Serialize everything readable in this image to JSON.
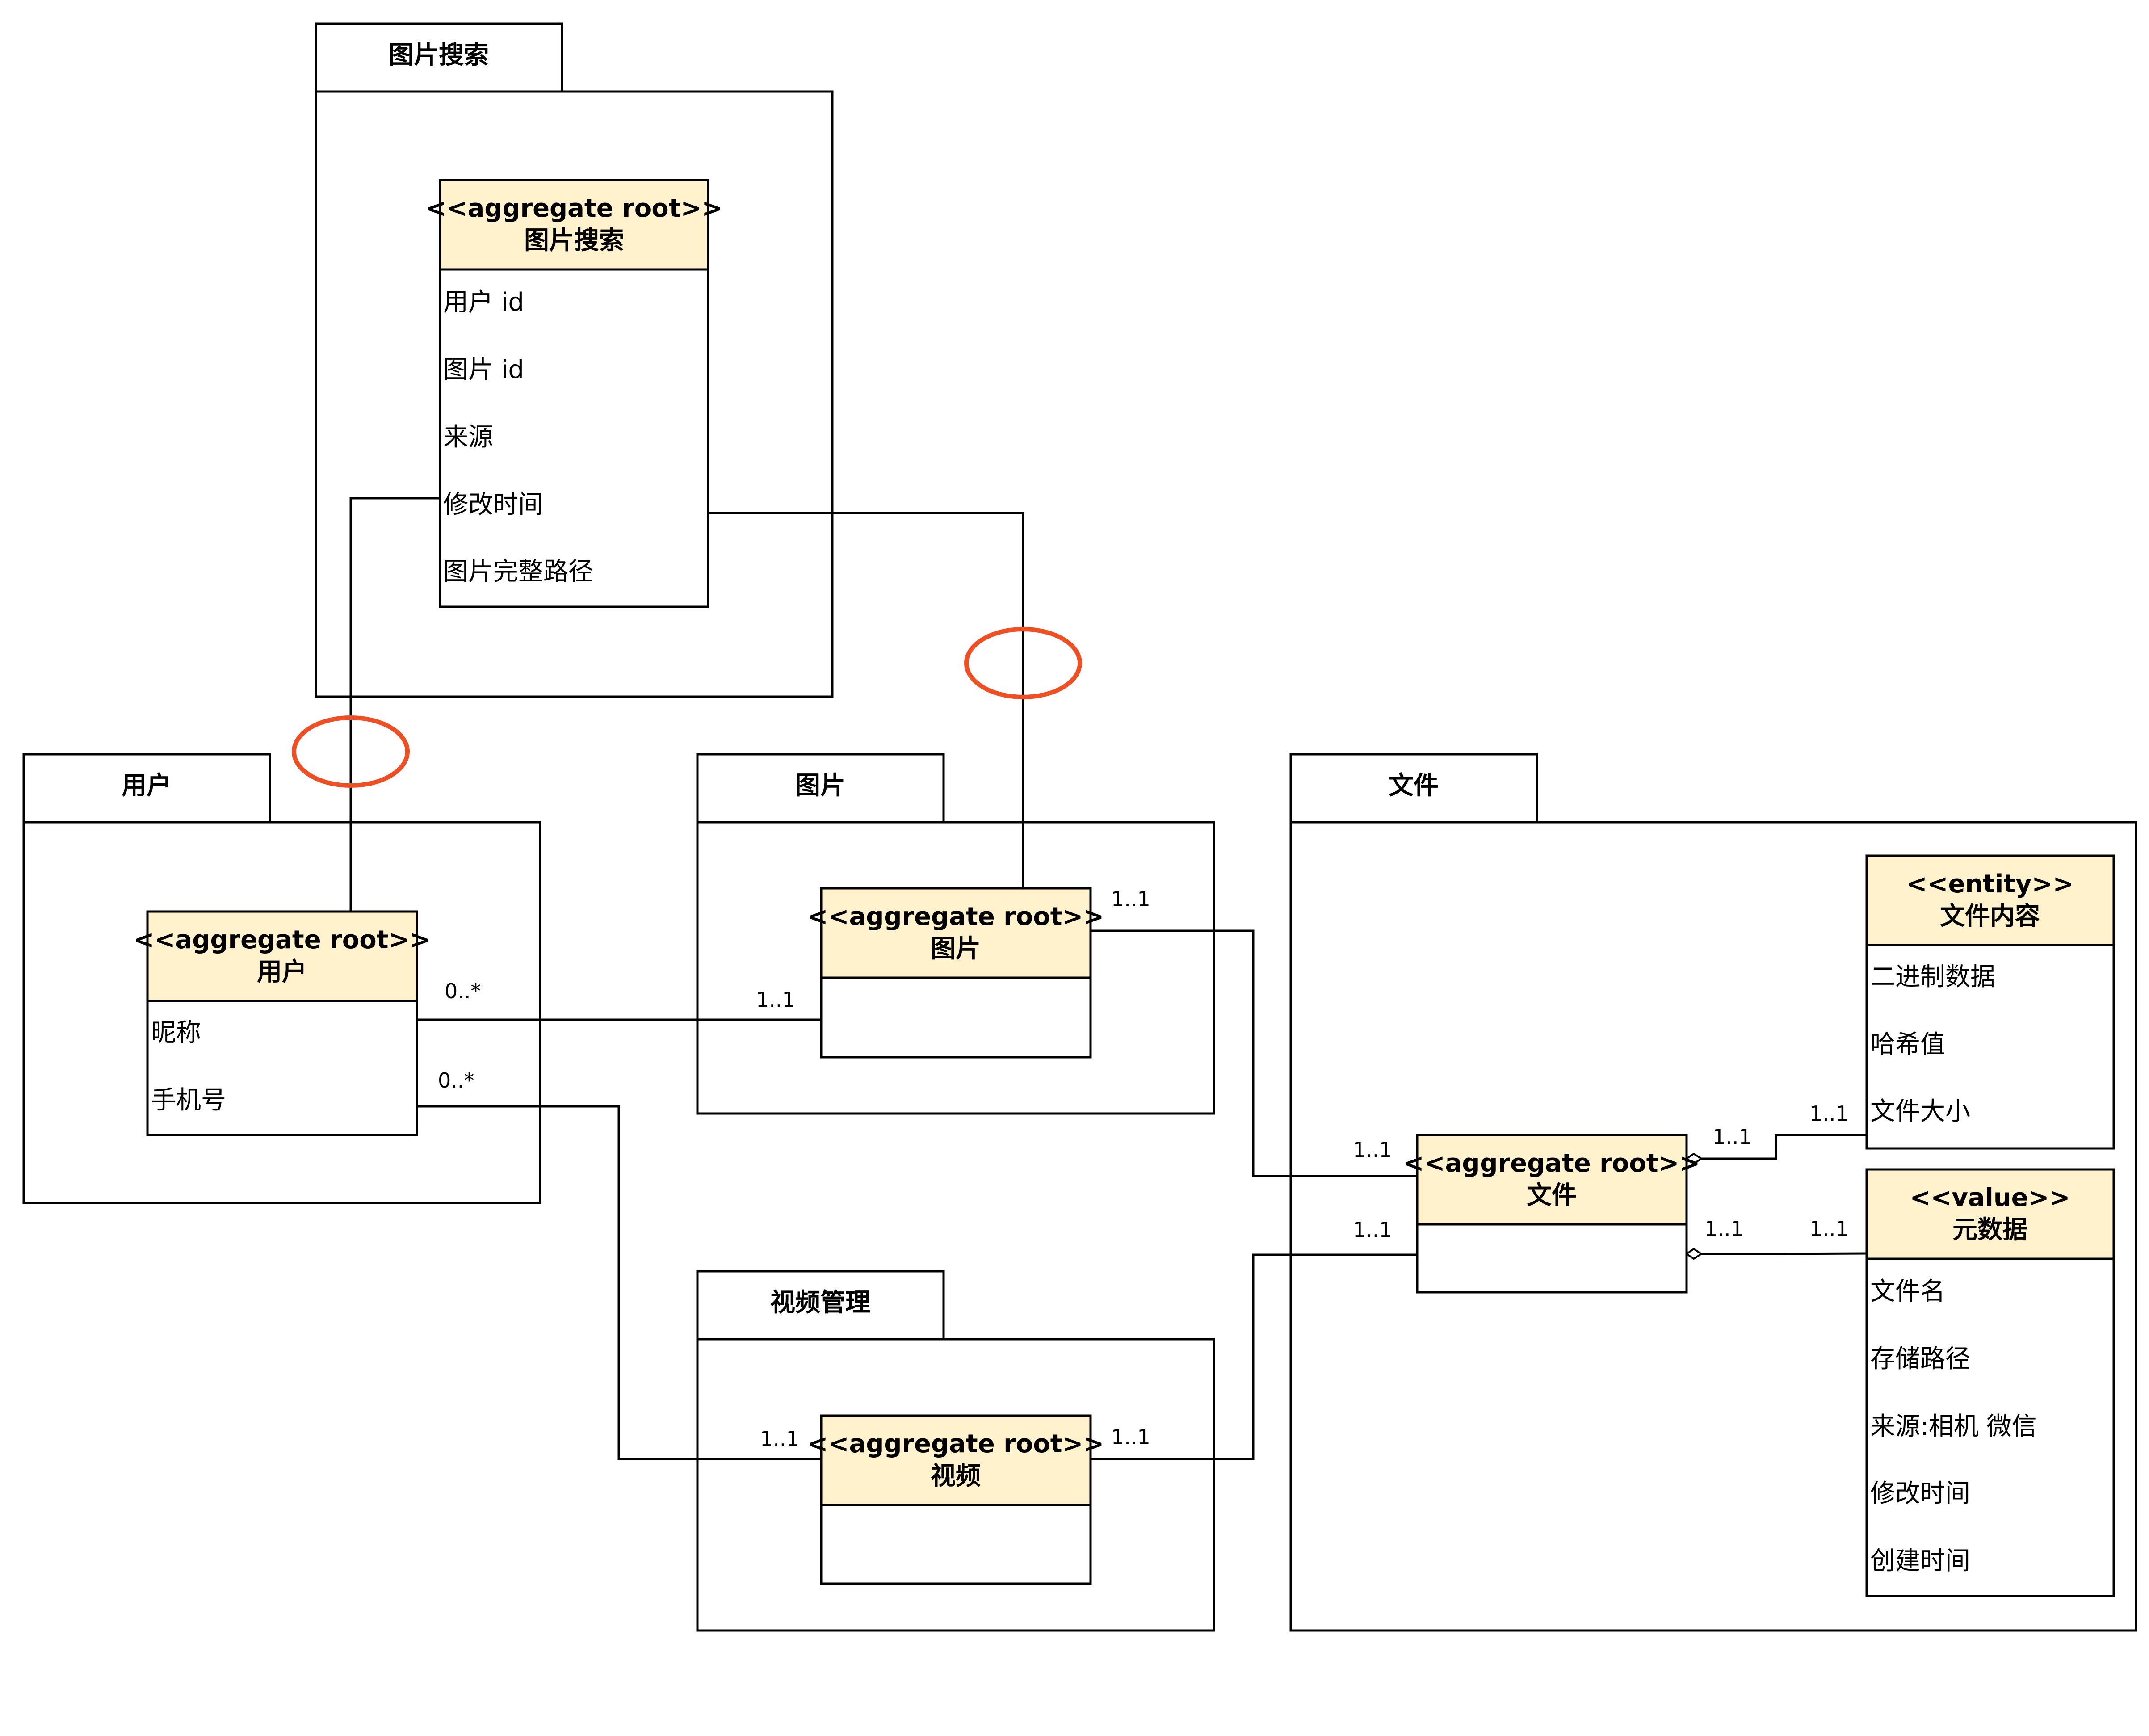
{
  "packages": {
    "image_search": "图片搜索",
    "user": "用户",
    "image": "图片",
    "video": "视频管理",
    "file": "文件"
  },
  "classes": {
    "image_search": {
      "stereotype": "<<aggregate root>>",
      "name": "图片搜索",
      "attributes": [
        "用户 id",
        "图片 id",
        "来源",
        "修改时间",
        "图片完整路径"
      ]
    },
    "user": {
      "stereotype": "<<aggregate root>>",
      "name": "用户",
      "attributes": [
        "昵称",
        "手机号"
      ]
    },
    "image": {
      "stereotype": "<<aggregate root>>",
      "name": "图片"
    },
    "video": {
      "stereotype": "<<aggregate root>>",
      "name": "视频"
    },
    "file": {
      "stereotype": "<<aggregate root>>",
      "name": "文件"
    },
    "file_content": {
      "stereotype": "<<entity>>",
      "name": "文件内容",
      "attributes": [
        "二进制数据",
        "哈希值",
        "文件大小"
      ]
    },
    "metadata": {
      "stereotype": "<<value>>",
      "name": "元数据",
      "attributes": [
        "文件名",
        "存储路径",
        "来源:相机 微信",
        "修改时间",
        "创建时间"
      ]
    }
  },
  "multiplicities": {
    "user_image_user": "0..*",
    "user_image_image": "1..1",
    "user_video_user": "0..*",
    "user_video_video": "1..1",
    "image_file_image": "1..1",
    "image_file_file": "1..1",
    "video_file_video": "1..1",
    "video_file_file": "1..1",
    "file_content_file": "1..1",
    "file_content_content": "1..1",
    "file_meta_file": "1..1",
    "file_meta_meta": "1..1"
  },
  "colors": {
    "class_header": "#fff2cc",
    "highlight_ellipse": "#f04e23",
    "line": "#000000"
  }
}
